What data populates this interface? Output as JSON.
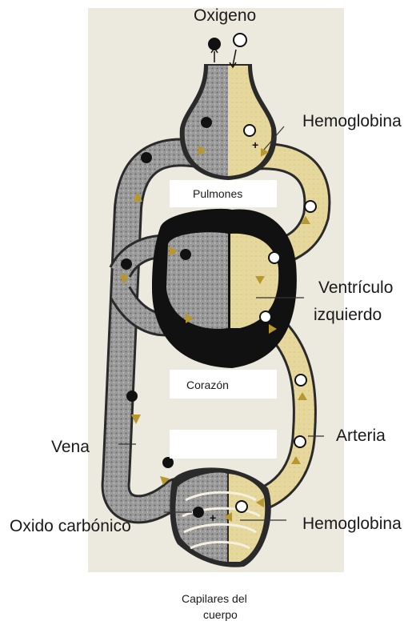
{
  "labels": {
    "oxigeno": "Oxigeno",
    "hemoglobina_top": "Hemoglobina",
    "pulmones": "Pulmones",
    "ventriculo_line1": "Ventrículo",
    "ventriculo_line2": "izquierdo",
    "corazon": "Corazón",
    "arteria": "Arteria",
    "vena": "Vena",
    "oxido_carbonico": "Oxido carbónico",
    "hemoglobina_bottom": "Hemoglobina",
    "capilares_line1": "Capilares del",
    "capilares_line2": "cuerpo"
  },
  "colors": {
    "venous": "#8a8a8a",
    "arterial": "#e4d69a",
    "heart": "#111111",
    "arrow": "#b8982c",
    "background_panel": "#ece9df"
  }
}
